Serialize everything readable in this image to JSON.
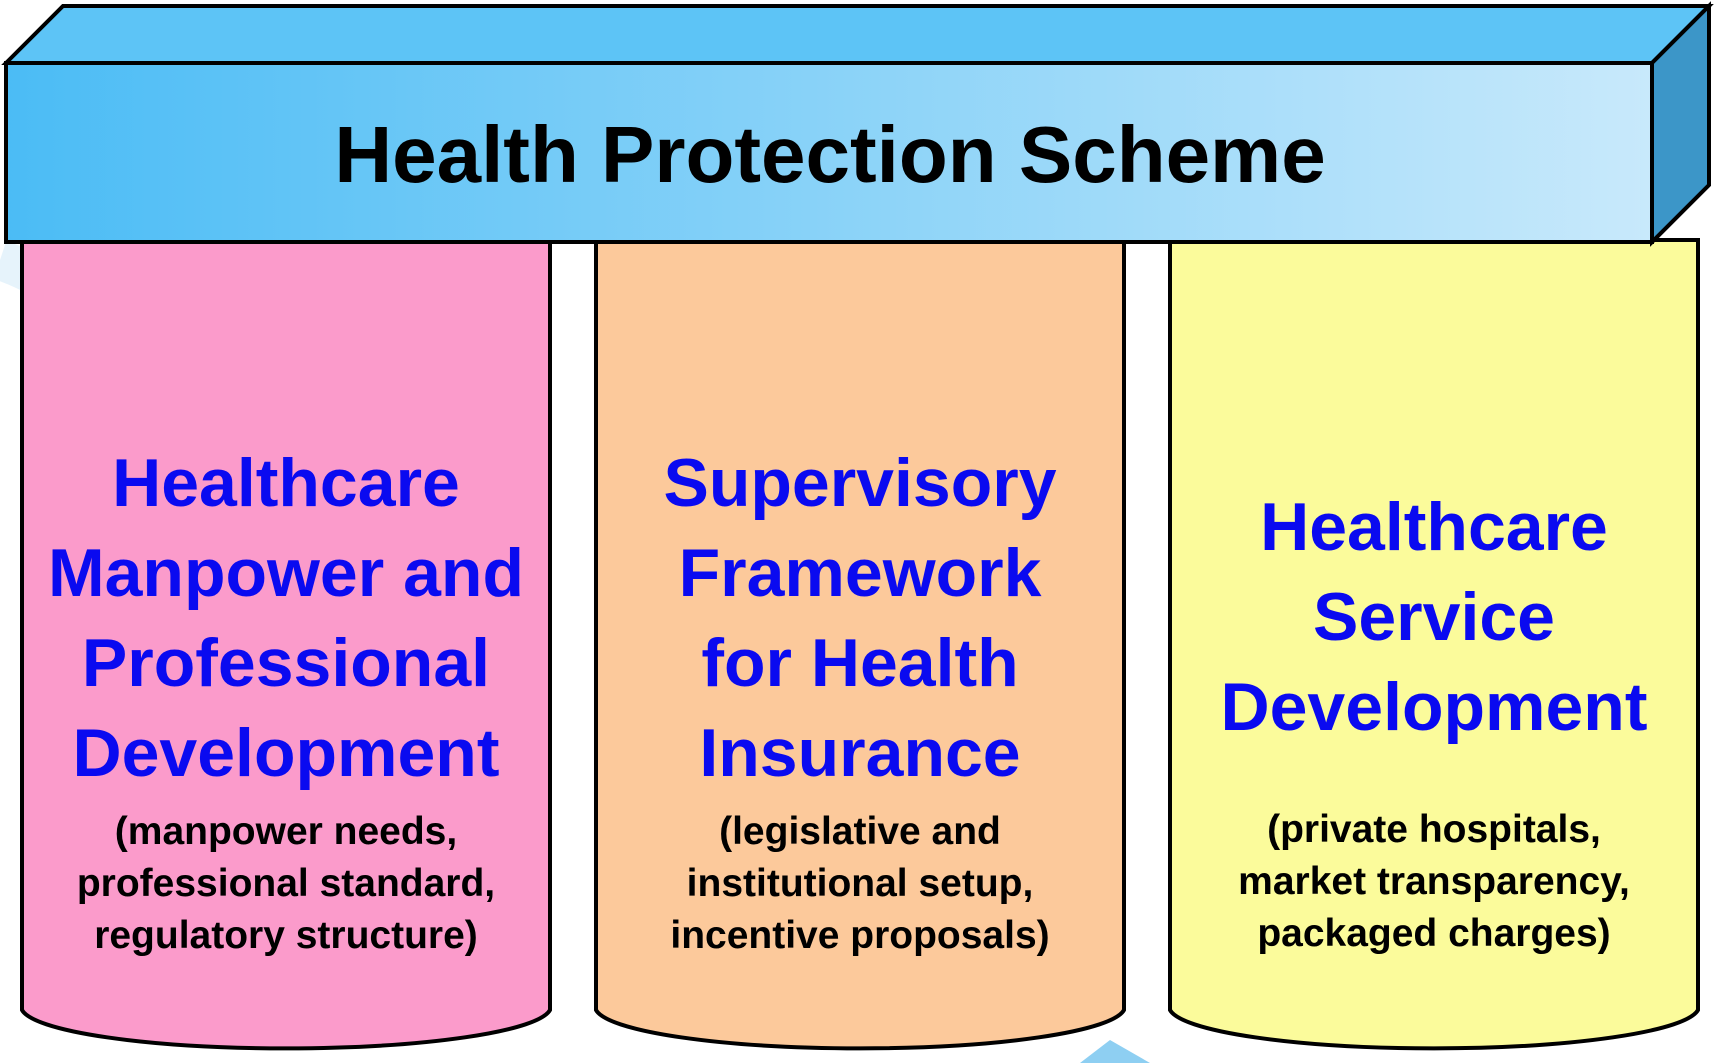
{
  "beam": {
    "title": "Health Protection Scheme",
    "color_light": "#c8e9fb",
    "color_dark": "#4bbcf5"
  },
  "pillars": [
    {
      "title": "Healthcare\nManpower and\nProfessional\nDevelopment",
      "subtitle": "(manpower needs,\nprofessional standard,\nregulatory structure)",
      "color": "#fb9bcb"
    },
    {
      "title": "Supervisory\nFramework\nfor Health\nInsurance",
      "subtitle": "(legislative and\ninstitutional setup,\nincentive proposals)",
      "color": "#fcc99b"
    },
    {
      "title": "Healthcare\nService\nDevelopment",
      "subtitle": "(private hospitals,\nmarket transparency,\npackaged charges)",
      "color": "#fbfb9b"
    }
  ]
}
